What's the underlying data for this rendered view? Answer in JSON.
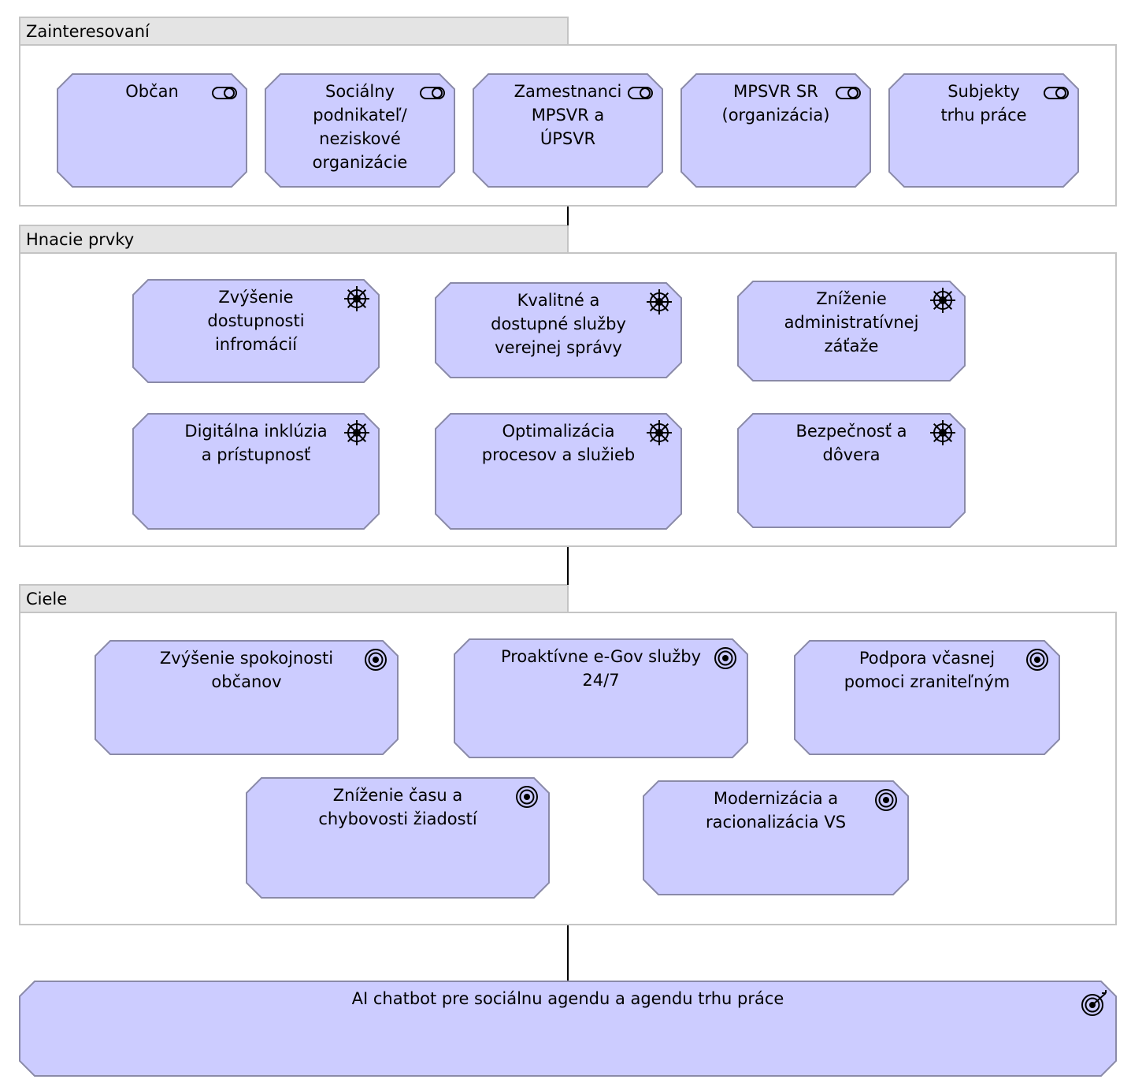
{
  "groups": {
    "stakeholders": {
      "title": "Zainteresovaní"
    },
    "drivers": {
      "title": "Hnacie prvky"
    },
    "goals": {
      "title": "Ciele"
    }
  },
  "stakeholders": [
    {
      "label": "Občan",
      "icon": "stakeholder-icon"
    },
    {
      "label": "Sociálny\npodnikateľ/\nneziskové\norganizácie",
      "icon": "stakeholder-icon"
    },
    {
      "label": "Zamestnanci\nMPSVR a\nÚPSVR",
      "icon": "stakeholder-icon"
    },
    {
      "label": "MPSVR SR\n(organizácia)",
      "icon": "stakeholder-icon"
    },
    {
      "label": "Subjekty\ntrhu práce",
      "icon": "stakeholder-icon"
    }
  ],
  "drivers": [
    {
      "label": "Zvýšenie\ndostupnosti\ninfromácií",
      "icon": "driver-icon"
    },
    {
      "label": "Kvalitné a\ndostupné služby\nverejnej správy",
      "icon": "driver-icon"
    },
    {
      "label": "Zníženie\nadministratívnej\nzáťaže",
      "icon": "driver-icon"
    },
    {
      "label": "Digitálna inklúzia\na prístupnosť",
      "icon": "driver-icon"
    },
    {
      "label": "Optimalizácia\nprocesov a služieb",
      "icon": "driver-icon"
    },
    {
      "label": "Bezpečnosť a\ndôvera",
      "icon": "driver-icon"
    }
  ],
  "goals": [
    {
      "label": "Zvýšenie spokojnosti\nobčanov",
      "icon": "goal-icon"
    },
    {
      "label": "Proaktívne e-Gov služby\n24/7",
      "icon": "goal-icon"
    },
    {
      "label": "Podpora včasnej\npomoci zraniteľným",
      "icon": "goal-icon"
    },
    {
      "label": "Zníženie času a\nchybovosti žiadostí",
      "icon": "goal-icon"
    },
    {
      "label": "Modernizácia a\nracionalizácia VS",
      "icon": "goal-icon"
    }
  ],
  "outcome": {
    "label": "AI chatbot pre sociálnu agendu a agendu trhu práce",
    "icon": "outcome-icon"
  },
  "colors": {
    "element_fill": "#ccccff",
    "element_stroke": "#8a8aa8",
    "group_header": "#e4e4e4",
    "group_border": "#c4c4c4"
  }
}
